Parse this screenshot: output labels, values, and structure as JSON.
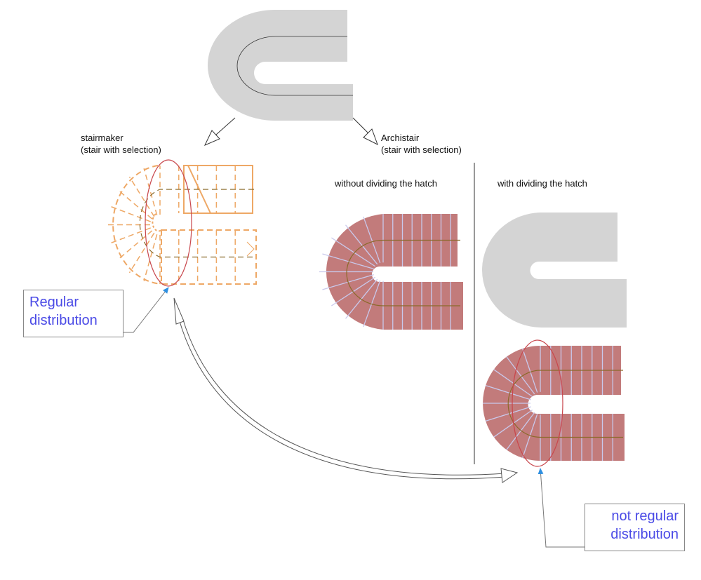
{
  "labels": {
    "stairmaker_title": "stairmaker",
    "stairmaker_sub": "(stair with selection)",
    "archistair_title": "Archistair",
    "archistair_sub": "(stair with selection)",
    "without_dividing": "without dividing the hatch",
    "with_dividing": "with dividing the hatch"
  },
  "callouts": {
    "regular_line1": "Regular",
    "regular_line2": "distribution",
    "not_regular_line1": "not regular",
    "not_regular_line2": "distribution"
  },
  "colors": {
    "hatch_red": "#c27b7b",
    "grey_shape": "#d4d4d4",
    "stairmaker_orange": "#eea866",
    "ellipse_red": "#c8474d",
    "callout_text": "#4a4ae6",
    "leader_arrow": "#2e8fe0"
  }
}
